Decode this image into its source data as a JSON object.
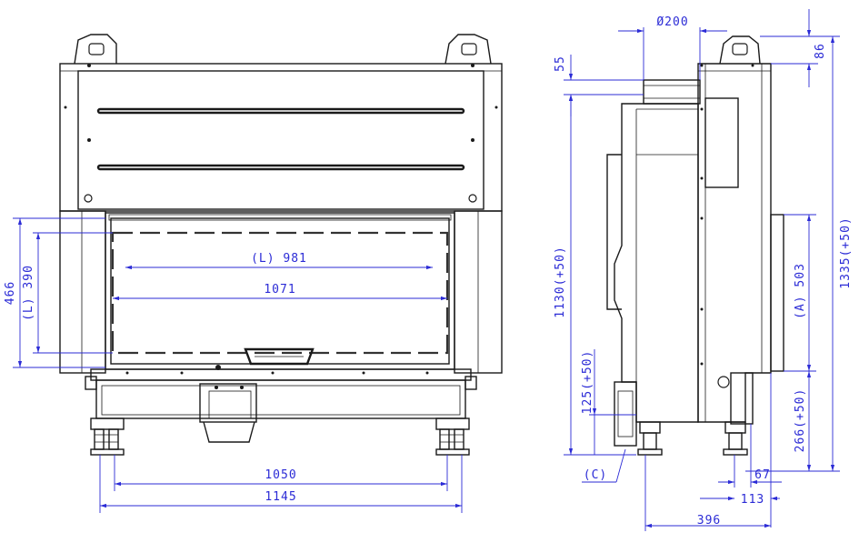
{
  "labels": {
    "front_depth_inner": "(L) 981",
    "front_width_inner": "1071",
    "foot_spacing": "1050",
    "total_width": "1145",
    "glass_height": "466",
    "glass_height_L": "(L) 390",
    "flue_diameter": "Ø200",
    "flue_offset": "55",
    "top_offset": "86",
    "flue_height": "1130(+50)",
    "total_height": "1335(+50)",
    "air_inlet_height": "(A) 503",
    "base_height": "266(+50)",
    "inlet_height": "125(+50)",
    "callout_c": "(C)",
    "offset_67": "67",
    "offset_113": "113",
    "depth_396": "396"
  },
  "colors": {
    "dimension": "#2b2bd6",
    "outline": "#1a1a1a"
  }
}
